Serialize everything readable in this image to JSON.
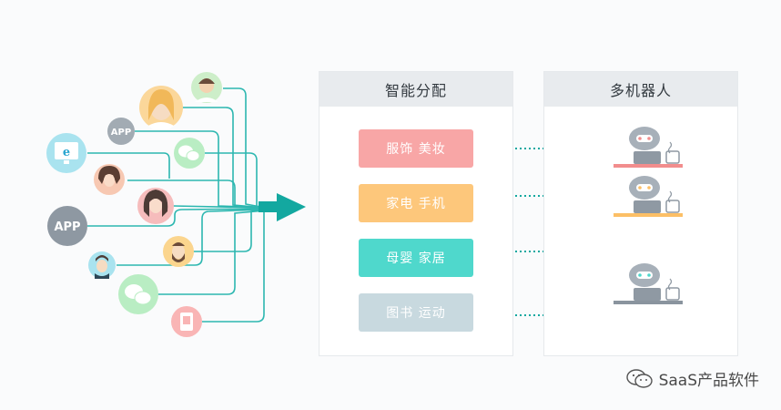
{
  "panels": {
    "left_title": "智能分配",
    "right_title": "多机器人"
  },
  "categories": [
    {
      "label": "服饰 美妆",
      "color": "#f8a6a6"
    },
    {
      "label": "家电 手机",
      "color": "#fdc77b"
    },
    {
      "label": "母婴 家居",
      "color": "#4fd8cc"
    },
    {
      "label": "图书 运动",
      "color": "#c8d9df"
    }
  ],
  "sources": {
    "app_label_1": "APP",
    "app_label_2": "APP"
  },
  "colors": {
    "line": "#2cb7b0",
    "arrow": "#13a8a0",
    "robot_body": "#9aa4ae",
    "robot_1_base": "#f28d8d",
    "robot_2_base": "#fcbf66",
    "robot_3_base": "#8a949e"
  },
  "watermark": "SaaS产品软件"
}
